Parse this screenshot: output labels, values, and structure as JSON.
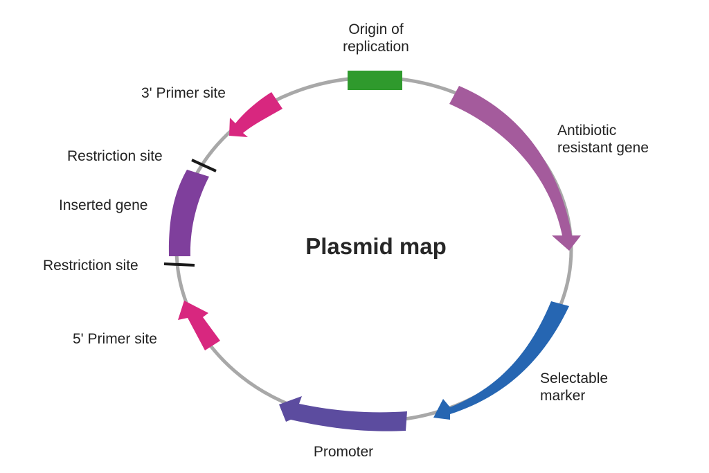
{
  "title": "Plasmid map",
  "colors": {
    "backbone": "#a8a8a8",
    "origin": "#2f9a2d",
    "antibiotic": "#a45b9c",
    "selectable": "#2666b2",
    "promoter": "#5c4c9f",
    "primer": "#d8277f",
    "inserted": "#7f3f9c",
    "site_mark": "#1a1a1a"
  },
  "features": [
    {
      "id": "origin",
      "name": [
        "Origin of",
        "replication"
      ],
      "icon": "box-segment"
    },
    {
      "id": "antibiotic",
      "name": [
        "Antibiotic",
        "resistant gene"
      ],
      "icon": "clockwise-arrow"
    },
    {
      "id": "selectable",
      "name": [
        "Selectable",
        "marker"
      ],
      "icon": "clockwise-arrow"
    },
    {
      "id": "promoter",
      "name": [
        "Promoter"
      ],
      "icon": "counterclockwise-arrow"
    },
    {
      "id": "primer5",
      "name": [
        "5' Primer site"
      ],
      "icon": "clockwise-arrow"
    },
    {
      "id": "inserted",
      "name": [
        "Inserted gene"
      ],
      "icon": "box-segment"
    },
    {
      "id": "primer3",
      "name": [
        "3' Primer site"
      ],
      "icon": "counterclockwise-arrow"
    }
  ],
  "restriction_sites": [
    {
      "id": "rs-upper",
      "name": "Restriction site"
    },
    {
      "id": "rs-lower",
      "name": "Restriction site"
    }
  ]
}
